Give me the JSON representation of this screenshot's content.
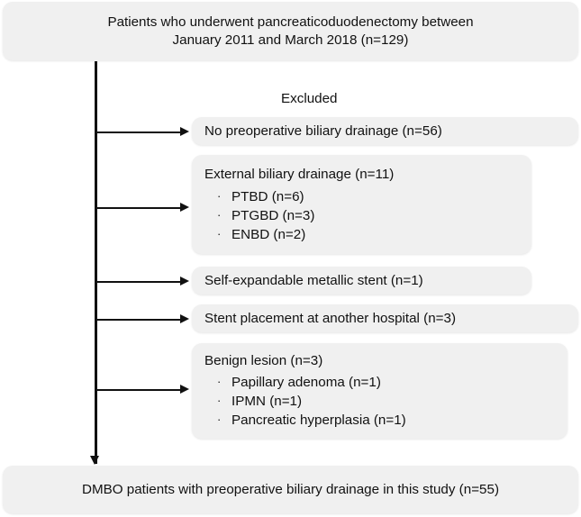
{
  "figure": {
    "type": "flow-diagram",
    "title_text": "",
    "colors": {
      "box_fill": "#f0f0f0",
      "text": "#111111",
      "connector": "#111111",
      "background": "#ffffff"
    }
  },
  "top_box": {
    "label": "Patients who underwent pancreaticoduodenectomy between\nJanuary 2011 and March 2018 (n=129)",
    "line1": "Patients who underwent pancreaticoduodenectomy between",
    "line2": "January 2011 and March 2018 (n=129)",
    "count": "n=129"
  },
  "excluded_label": "Excluded",
  "exclusions": [
    {
      "title": "No preoperative biliary drainage (n=56)",
      "count": "n=56",
      "sub_items": []
    },
    {
      "title": "External biliary drainage (n=11)",
      "count": "n=11",
      "sub_items": [
        "PTBD (n=6)",
        "PTGBD (n=3)",
        "ENBD (n=2)"
      ]
    },
    {
      "title": "Self-expandable metallic stent (n=1)",
      "count": "n=1",
      "sub_items": []
    },
    {
      "title": "Stent placement at another hospital (n=3)",
      "count": "n=3",
      "sub_items": []
    },
    {
      "title": "Benign lesion (n=3)",
      "count": "n=3",
      "sub_items": [
        "Papillary adenoma (n=1)",
        "IPMN (n=1)",
        " Pancreatic hyperplasia (n=1)"
      ]
    }
  ],
  "bullet_glyph": "·",
  "bottom_box": {
    "label": "DMBO patients with preoperative biliary drainage in this study (n=55)",
    "count": "n=55"
  }
}
